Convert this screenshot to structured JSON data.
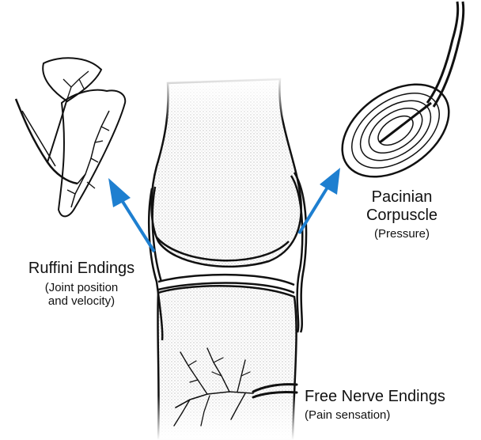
{
  "labels": {
    "ruffini": {
      "title": "Ruffini Endings",
      "desc_line1": "(Joint position",
      "desc_line2": "and velocity)"
    },
    "pacinian": {
      "title_line1": "Pacinian",
      "title_line2": "Corpuscle",
      "desc": "(Pressure)"
    },
    "free_nerve": {
      "title": "Free Nerve Endings",
      "desc": "(Pain sensation)"
    }
  },
  "colors": {
    "arrow": "#1e7fd0",
    "ink": "#111111",
    "bone_stipple": "#c8c8c8"
  }
}
